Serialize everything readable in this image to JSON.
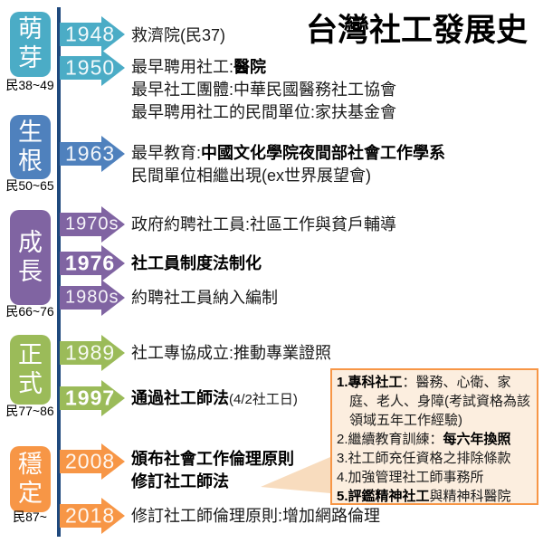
{
  "title": "台灣社工發展史",
  "colors": {
    "axis": "#1F497D",
    "teal": "#4BACC6",
    "blue": "#4F81BD",
    "purple": "#8064A2",
    "green": "#9BBB59",
    "orange": "#F79646",
    "note_bg": "#FCEEDF",
    "note_border": "#F79646",
    "note_tail": "#F8DCBE"
  },
  "stages": [
    {
      "name": "sprout",
      "chars": [
        "萌",
        "芽"
      ],
      "era": "民38~49",
      "color": "#4BACC6"
    },
    {
      "name": "rooting",
      "chars": [
        "生",
        "根"
      ],
      "era": "民50~65",
      "color": "#4F81BD"
    },
    {
      "name": "growth",
      "chars": [
        "成",
        "長"
      ],
      "era": "民66~76",
      "color": "#8064A2"
    },
    {
      "name": "formal",
      "chars": [
        "正",
        "式"
      ],
      "era": "民77~86",
      "color": "#9BBB59"
    },
    {
      "name": "stable",
      "chars": [
        "穩",
        "定"
      ],
      "era": "民87~",
      "color": "#F79646"
    }
  ],
  "events": [
    {
      "year": "1948",
      "color": "#4BACC6",
      "bold_year": false,
      "lines": [
        [
          {
            "t": "救濟院(民37)"
          }
        ]
      ]
    },
    {
      "year": "1950",
      "color": "#4BACC6",
      "bold_year": false,
      "lines": [
        [
          {
            "t": "最早聘用社工:"
          },
          {
            "t": "醫院",
            "b": true
          }
        ],
        [
          {
            "t": "最早社工團體:中華民國醫務社工協會"
          }
        ],
        [
          {
            "t": "最早聘用社工的民間單位:家扶基金會"
          }
        ]
      ]
    },
    {
      "year": "1963",
      "color": "#4F81BD",
      "bold_year": false,
      "lines": [
        [
          {
            "t": "最早教育:"
          },
          {
            "t": "中國文化學院夜間部社會工作學系",
            "b": true
          }
        ],
        [
          {
            "t": "民間單位相繼出現(ex世界展望會)"
          }
        ]
      ]
    },
    {
      "year": "1970s",
      "color": "#8064A2",
      "bold_year": false,
      "lines": [
        [
          {
            "t": "政府約聘社工員:社區工作與貧戶輔導"
          }
        ]
      ]
    },
    {
      "year": "1976",
      "color": "#8064A2",
      "bold_year": true,
      "lines": [
        [
          {
            "t": "社工員制度法制化",
            "b": true
          }
        ]
      ]
    },
    {
      "year": "1980s",
      "color": "#8064A2",
      "bold_year": false,
      "lines": [
        [
          {
            "t": "約聘社工員納入編制"
          }
        ]
      ]
    },
    {
      "year": "1989",
      "color": "#9BBB59",
      "bold_year": false,
      "lines": [
        [
          {
            "t": "社工專協成立:推動專業證照"
          }
        ]
      ]
    },
    {
      "year": "1997",
      "color": "#9BBB59",
      "bold_year": true,
      "lines": [
        [
          {
            "t": "通過社工師法",
            "b": true
          },
          {
            "t": "(4/2社工日)",
            "sm": true
          }
        ]
      ]
    },
    {
      "year": "2008",
      "color": "#F79646",
      "bold_year": false,
      "lines": [
        [
          {
            "t": "頒布社會工作倫理原則",
            "b": true
          }
        ],
        [
          {
            "t": "修訂社工師法",
            "b": true
          }
        ]
      ]
    },
    {
      "year": "2018",
      "color": "#F79646",
      "bold_year": false,
      "lines": [
        [
          {
            "t": "修訂社工師倫理原則:增加網路倫理"
          }
        ]
      ]
    }
  ],
  "note": {
    "items": [
      [
        {
          "t": "1.",
          "b": true
        },
        {
          "t": "專科社工",
          "b": true
        },
        {
          "t": "：醫務、心衛、家庭、老人、身障(考試資格為該領域五年工作經驗)"
        }
      ],
      [
        {
          "t": "2.繼續教育訓練："
        },
        {
          "t": "每六年換照",
          "b": true
        }
      ],
      [
        {
          "t": "3.社工師充任資格之排除條款"
        }
      ],
      [
        {
          "t": "4.加強管理社工師事務所"
        }
      ],
      [
        {
          "t": "5.評鑑精神社工",
          "b": true
        },
        {
          "t": "與精神科醫院"
        }
      ]
    ]
  }
}
